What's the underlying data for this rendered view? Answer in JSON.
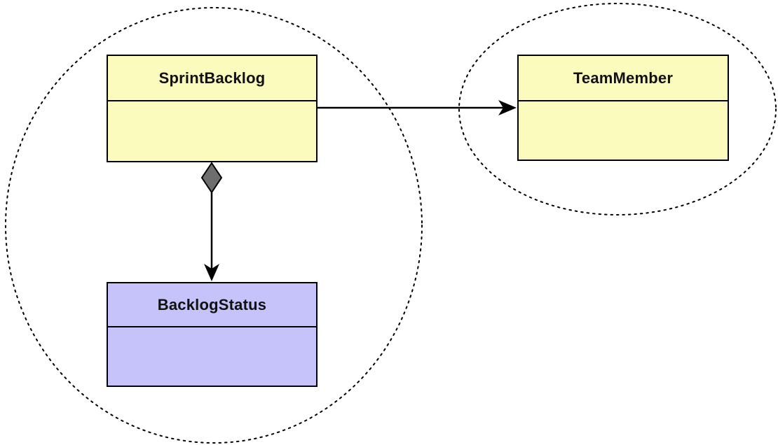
{
  "diagram": {
    "type": "uml-class-diagram",
    "classes": {
      "sprint_backlog": {
        "name": "SprintBacklog",
        "fill": "#FBFBBE",
        "compartments": 2
      },
      "team_member": {
        "name": "TeamMember",
        "fill": "#FBFBBE",
        "compartments": 2
      },
      "backlog_status": {
        "name": "BacklogStatus",
        "fill": "#C5C3FA",
        "compartments": 2
      }
    },
    "relationships": [
      {
        "from": "SprintBacklog",
        "to": "TeamMember",
        "kind": "directed-association",
        "arrowhead": "filled-arrow"
      },
      {
        "from": "SprintBacklog",
        "to": "BacklogStatus",
        "kind": "aggregation-composition",
        "diamond_end": "SprintBacklog",
        "arrowhead": "filled-arrow"
      }
    ],
    "boundaries": [
      {
        "name": "left-dotted-ellipse",
        "contains": [
          "SprintBacklog",
          "BacklogStatus"
        ]
      },
      {
        "name": "right-dotted-ellipse",
        "contains": [
          "TeamMember"
        ]
      }
    ],
    "colors": {
      "background": "#FFFFFF",
      "class_border": "#000000",
      "class_fill_yellow": "#FBFBBE",
      "class_fill_purple": "#C5C3FA",
      "line": "#000000",
      "diamond_fill": "#6E6E6E",
      "text": "#111111"
    }
  }
}
